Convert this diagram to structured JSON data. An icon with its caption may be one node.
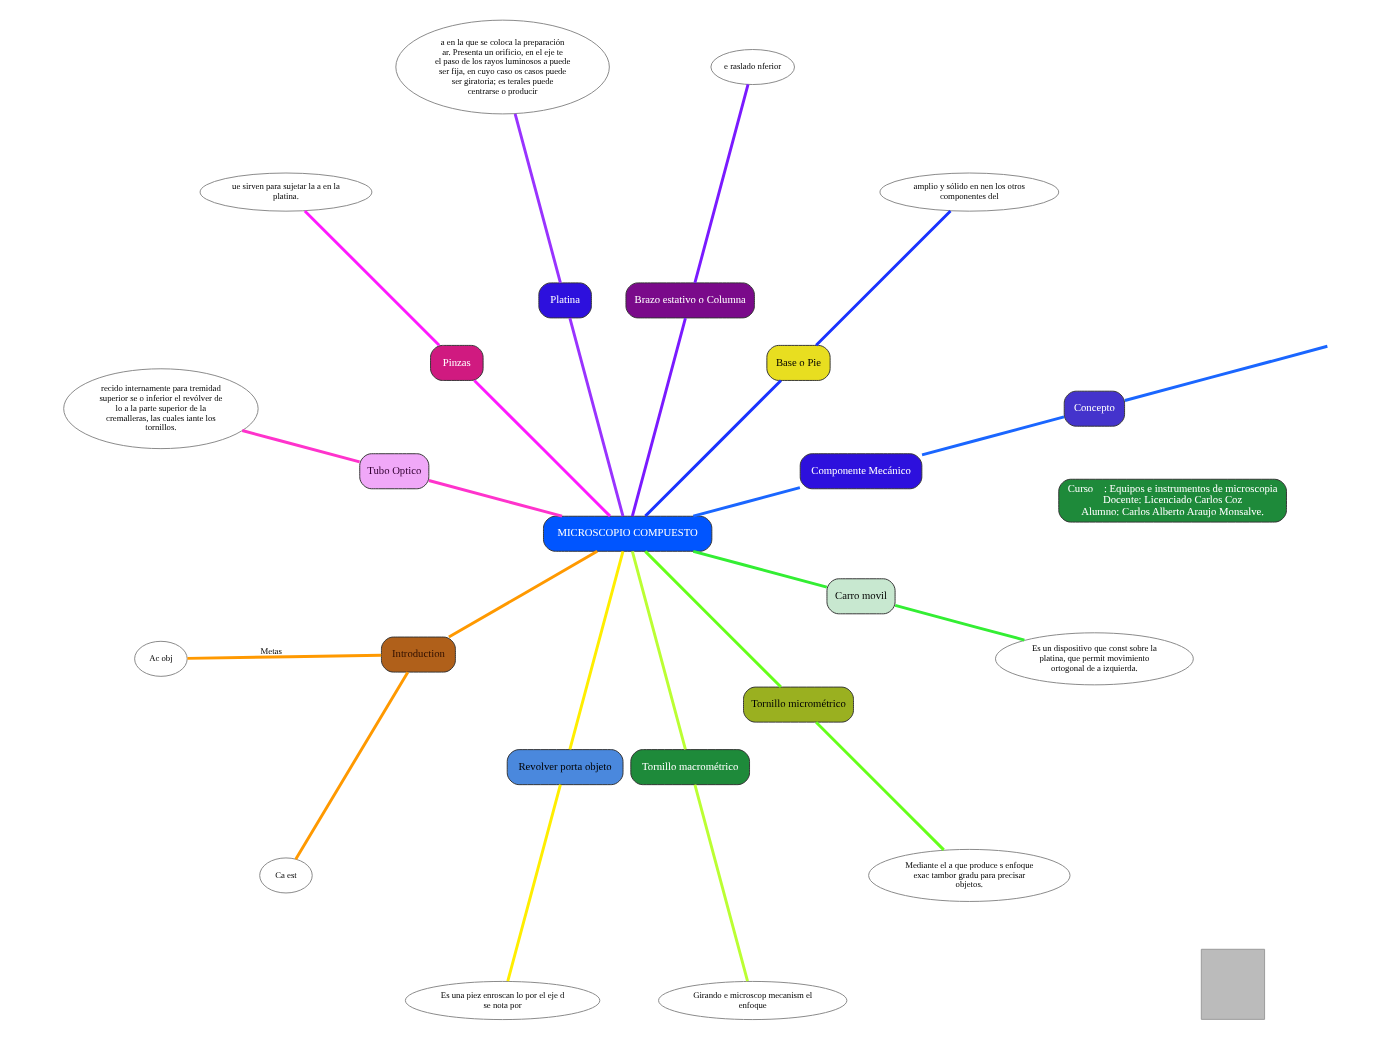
{
  "diagram": {
    "nodes": [
      {
        "text": [
          "MICROSCOPIO COMPUESTO"
        ]
      },
      {
        "text": [
          "Curso    : Equipos e instrumentos de microscopia",
          "Docente: Licenciado Carlos Coz",
          "Alumno: Carlos Alberto Araujo Monsalve."
        ]
      },
      {
        "text": [
          "Componente Mecánico"
        ]
      },
      {
        "text": [
          "Concepto"
        ]
      },
      {
        "text": [
          "Base o Pie"
        ]
      },
      {
        "text": [
          "amplio y sólido en nen los otros componentes del"
        ]
      },
      {
        "text": [
          "Brazo estativo o Columna"
        ]
      },
      {
        "text": [
          "e raslado nferior"
        ]
      },
      {
        "text": [
          "Platina"
        ]
      },
      {
        "text": [
          "a en la que se coloca la preparación ar. Presenta un orificio, en el eje te el paso de los rayos luminosos a puede ser fija, en cuyo caso os casos puede ser giratoria; es terales puede centrarse o producir"
        ]
      },
      {
        "text": [
          "Pinzas"
        ]
      },
      {
        "text": [
          "ue sirven para sujetar la a en la platina."
        ]
      },
      {
        "text": [
          "Tubo Optico"
        ]
      },
      {
        "text": [
          "recido internamente para tremidad superior se o inferior el revólver de lo a la parte superior de la cremalleras, las cuales iante los tornillos."
        ]
      },
      {
        "text": [
          "Introduction"
        ]
      },
      {
        "text": [
          "Ac obj"
        ]
      },
      {
        "text": [
          "Ca est"
        ]
      },
      {
        "text": [
          "Revolver porta objeto"
        ]
      },
      {
        "text": [
          "Es una piez enroscan lo por el eje d se nota por"
        ]
      },
      {
        "text": [
          "Tornillo macrométrico"
        ]
      },
      {
        "text": [
          "Girando e microscop mecanism el enfoque"
        ]
      },
      {
        "text": [
          "Tornillo micrométrico"
        ]
      },
      {
        "text": [
          "Mediante el a que produce s enfoque exac tambor gradu para precisar objetos."
        ]
      },
      {
        "text": [
          "Carro movil"
        ]
      },
      {
        "text": [
          "Es un dispositivo que const sobre la platina, que permit movimiento ortogonal de a izquierda."
        ]
      },
      {
        "text": [],
        "shape": "box"
      }
    ],
    "edges": [
      {
        "from": 0,
        "to": 2,
        "arrow": "none",
        "color": "#1a66ff"
      },
      {
        "from": 2,
        "to": 3,
        "arrow": "none",
        "color": "#1a66ff"
      },
      {
        "from": 3,
        "to": null,
        "arrow": "none",
        "color": "#1a66ff"
      },
      {
        "from": 0,
        "to": 4,
        "arrow": "none",
        "color": "#1a33ff"
      },
      {
        "from": 4,
        "to": 5,
        "arrow": "none",
        "color": "#1a33ff"
      },
      {
        "from": 0,
        "to": 6,
        "arrow": "none",
        "color": "#7a1aff"
      },
      {
        "from": 6,
        "to": 7,
        "arrow": "none",
        "color": "#7a1aff"
      },
      {
        "from": 0,
        "to": 8,
        "arrow": "none",
        "color": "#9933ff"
      },
      {
        "from": 8,
        "to": 9,
        "arrow": "none",
        "color": "#9933ff"
      },
      {
        "from": 0,
        "to": 10,
        "arrow": "none",
        "color": "#ff1aff"
      },
      {
        "from": 10,
        "to": 11,
        "arrow": "none",
        "color": "#ff1aff"
      },
      {
        "from": 0,
        "to": 12,
        "arrow": "none",
        "color": "#ff33cc"
      },
      {
        "from": 12,
        "to": 13,
        "arrow": "none",
        "color": "#ff33cc"
      },
      {
        "from": 0,
        "to": 14,
        "arrow": "none",
        "color": "#ff9900"
      },
      {
        "from": 14,
        "to": 15,
        "label": "Metas",
        "arrow": "none",
        "color": "#ff9900"
      },
      {
        "from": 14,
        "to": 16,
        "arrow": "none",
        "color": "#ff9900"
      },
      {
        "from": 0,
        "to": 17,
        "arrow": "none",
        "color": "#ffee00"
      },
      {
        "from": 17,
        "to": 18,
        "arrow": "none",
        "color": "#ffee00"
      },
      {
        "from": 0,
        "to": 19,
        "arrow": "none",
        "color": "#bbff33"
      },
      {
        "from": 19,
        "to": 20,
        "arrow": "none",
        "color": "#bbff33"
      },
      {
        "from": 0,
        "to": 21,
        "arrow": "none",
        "color": "#66ff1a"
      },
      {
        "from": 21,
        "to": 22,
        "arrow": "none",
        "color": "#66ff1a"
      },
      {
        "from": 0,
        "to": 23,
        "arrow": "none",
        "color": "#33ee33"
      },
      {
        "from": 23,
        "to": 24,
        "arrow": "none",
        "color": "#33ee33"
      }
    ]
  }
}
